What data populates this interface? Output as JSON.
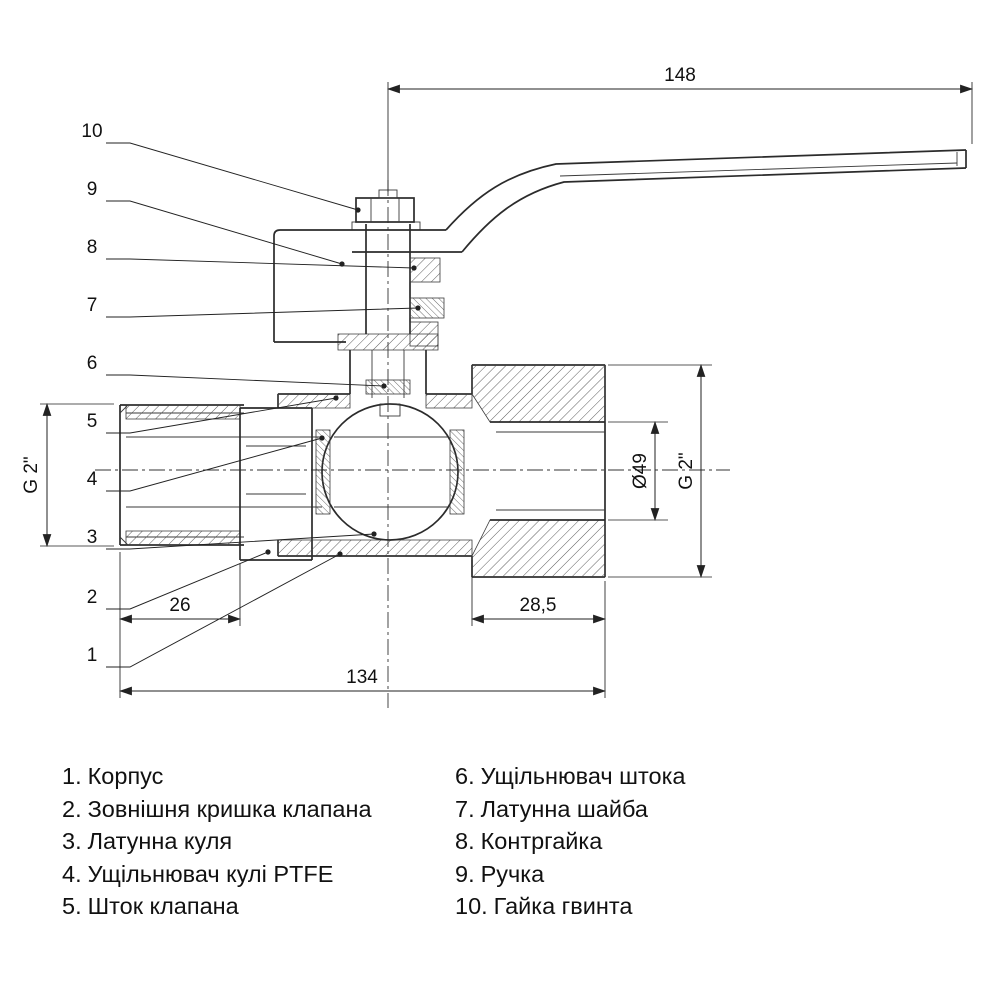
{
  "drawing": {
    "dims": {
      "handle_length": "148",
      "thread_left": "G 2\"",
      "bore_diameter": "Ø49",
      "thread_right": "G 2\"",
      "thread_len_left": "26",
      "thread_len_right": "28,5",
      "body_length": "134"
    },
    "callouts": [
      "10",
      "9",
      "8",
      "7",
      "6",
      "5",
      "4",
      "3",
      "2",
      "1"
    ]
  },
  "parts_list": [
    {
      "num": "1.",
      "label": "Корпус"
    },
    {
      "num": "2.",
      "label": "Зовнішня кришка клапана"
    },
    {
      "num": "3.",
      "label": "Латунна куля"
    },
    {
      "num": "4.",
      "label": "Ущільнювач кулі PTFE"
    },
    {
      "num": "5.",
      "label": "Шток клапана"
    },
    {
      "num": "6.",
      "label": "Ущільнювач штока"
    },
    {
      "num": "7.",
      "label": "Латунна шайба"
    },
    {
      "num": "8.",
      "label": "Контргайка"
    },
    {
      "num": "9.",
      "label": "Ручка"
    },
    {
      "num": "10.",
      "label": "Гайка гвинта"
    }
  ]
}
